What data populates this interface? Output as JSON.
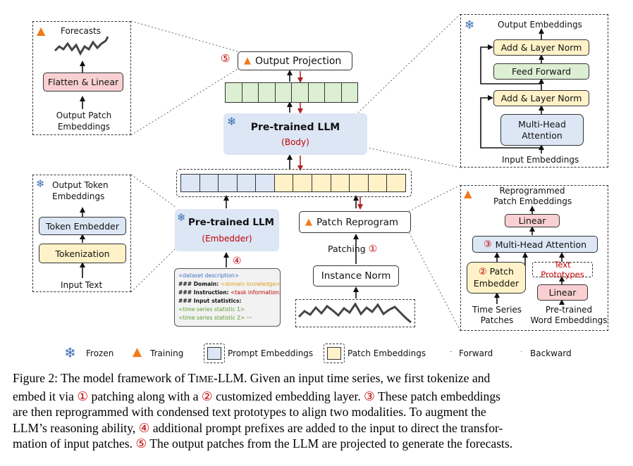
{
  "forecast_panel": {
    "title": "Forecasts",
    "flatten_label": "Flatten & Linear",
    "input_label_1": "Output Patch",
    "input_label_2": "Embeddings"
  },
  "output_projection": {
    "number": "⑤",
    "label": "Output Projection"
  },
  "llm_body": {
    "title": "Pre-trained LLM",
    "subtitle": "(Body)"
  },
  "llm_embedder": {
    "title": "Pre-trained LLM",
    "subtitle": "(Embedder)",
    "number": "④"
  },
  "transformer_panel": {
    "top_label": "Output Embeddings",
    "add_norm_1": "Add & Layer Norm",
    "feed_forward": "Feed Forward",
    "add_norm_2": "Add & Layer Norm",
    "mha_1": "Multi-Head",
    "mha_2": "Attention",
    "bottom_label": "Input Embeddings"
  },
  "token_panel": {
    "top_label_1": "Output Token",
    "top_label_2": "Embeddings",
    "token_embedder": "Token Embedder",
    "tokenization": "Tokenization",
    "input_text": "Input Text"
  },
  "patch_reprogram": {
    "label": "Patch Reprogram"
  },
  "patching": {
    "label": "Patching",
    "number": "①"
  },
  "instance_norm": {
    "label": "Instance Norm"
  },
  "prompt_box": {
    "line1": "<dataset description>",
    "line2_key": "### Domain:",
    "line2_val": "<domain knowledge>",
    "line3_key": "### Instruction:",
    "line3_val": "<task information>",
    "line4_key": "### Input statistics:",
    "line5": "<time series statistic 1>",
    "line6": "<time series statistic 2>",
    "line6_more": "···"
  },
  "reprog_panel": {
    "top_label_1": "Reprogrammed",
    "top_label_2": "Patch Embeddings",
    "linear_top": "Linear",
    "mha_number": "③",
    "mha": "Multi-Head Attention",
    "pe_number": "②",
    "pe_1": "Patch",
    "pe_2": "Embedder",
    "text_prototypes": "Text Prototypes",
    "linear_bottom": "Linear",
    "ts_1": "Time Series",
    "ts_2": "Patches",
    "we_1": "Pre-trained",
    "we_2": "Word Embeddings"
  },
  "legend": {
    "frozen": "Frozen",
    "training": "Training",
    "prompt": "Prompt Embeddings",
    "patch": "Patch Embeddings",
    "forward": "Forward",
    "backward": "Backward"
  },
  "colors": {
    "pink": "#f9d0d2",
    "green": "#dcefd3",
    "yellow": "#fff2c8",
    "blue": "#dce6f5",
    "backward_arrow": "#b22222",
    "prompt_green": "#5a9e2f",
    "prompt_blue": "#3a6fc4"
  },
  "icons": {
    "frozen": "snowflake-icon",
    "training": "flame-icon"
  },
  "caption": {
    "l1a": "Figure 2: The model framework of T",
    "l1b": "IME",
    "l1c": "-LLM. Given an input time series, we first tokenize and",
    "l2a": "embed it via ",
    "l2b": "①",
    "l2c": " patching along with a ",
    "l2d": "②",
    "l2e": " customized embedding layer. ",
    "l2f": "③",
    "l2g": " These patch embeddings",
    "l3": "are then reprogrammed with condensed text prototypes to align two modalities.  To augment the",
    "l4a": "LLM’s reasoning ability, ",
    "l4b": "④",
    "l4c": " additional prompt prefixes are added to the input to direct the transfor-",
    "l5a": "mation of input patches. ",
    "l5b": "⑤",
    "l5c": " The output patches from the LLM are projected to generate the forecasts."
  }
}
